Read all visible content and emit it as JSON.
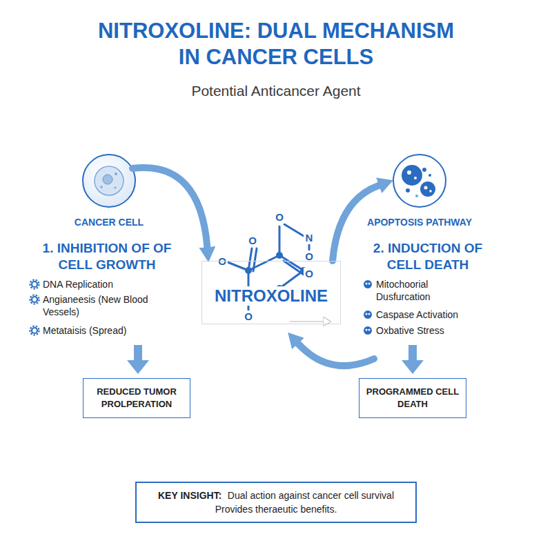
{
  "diagram": {
    "title": "NITROXOLINE: DUAL MECHANISM IN CANCER CELLS",
    "nodes": [
      {
        "text": [
          "CANCER CELL"
        ]
      },
      {
        "text": [
          "NITROXOLINE"
        ]
      },
      {
        "text": [
          "APOPTOSIS PATHWAY"
        ]
      },
      {
        "text": [
          "REDUCED TUMOR PROLPERATION"
        ]
      },
      {
        "text": [
          "PROGRAMMED CELL DEATH"
        ]
      },
      {
        "text": [
          "KEY INSIGHT:",
          "Dual action against cancer cell survival Provides theraeutic benefits."
        ]
      }
    ],
    "edges": [
      {
        "from": 0,
        "to": 1,
        "arrow": "to"
      },
      {
        "from": 1,
        "to": 2,
        "arrow": "to"
      }
    ],
    "labels": [
      "Potential Anticancer Agent",
      "1. INHIBITION OF OF CELL GROWTH",
      "DNA Replication",
      "Angianeesis (New Blood Vessels)",
      "Metataisis (Spread)",
      "2. INDUCTION OF CELL DEATH",
      "Mitochoorial Dusfurcation",
      "Caspase Activation",
      "Oxbative Stress",
      "O",
      "N",
      "O",
      "O",
      "O",
      "O",
      "O"
    ]
  }
}
